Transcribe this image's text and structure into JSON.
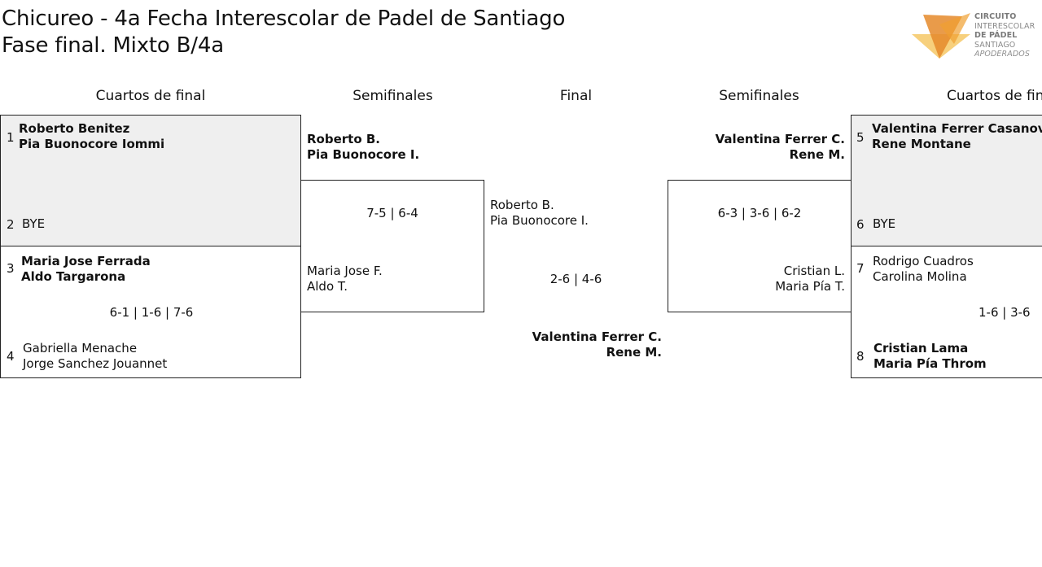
{
  "page": {
    "title_line1": "Chicureo - 4a Fecha Interescolar de Padel de Santiago",
    "title_line2": "Fase final. Mixto B/4a"
  },
  "logo": {
    "line1": "CIRCUITO",
    "line2": "INTERESCOLAR",
    "line3": "DE PÁDEL",
    "line4": "SANTIAGO",
    "line5": "APODERADOS",
    "colors": [
      "#f0a030",
      "#f6c866",
      "#e58a2a"
    ]
  },
  "headers": {
    "qf_left": "Cuartos de final",
    "sf_left": "Semifinales",
    "final": "Final",
    "sf_right": "Semifinales",
    "qf_right": "Cuartos de final"
  },
  "left_qf": {
    "m1": {
      "seed_a": "1",
      "a1": "Roberto Benitez",
      "a2": "Pia Buonocore Iommi",
      "seed_b": "2",
      "b1": "BYE"
    },
    "m2": {
      "seed_a": "3",
      "a1": "Maria Jose Ferrada",
      "a2": "Aldo Targarona",
      "score": "6-1 | 1-6 | 7-6",
      "seed_b": "4",
      "b1": "Gabriella Menache",
      "b2": "Jorge Sanchez Jouannet"
    }
  },
  "left_sf": {
    "top1": "Roberto B.",
    "top2": "Pia Buonocore I.",
    "score": "7-5 | 6-4",
    "bot1": "Maria Jose F.",
    "bot2": "Aldo T."
  },
  "final": {
    "top1": "Roberto B.",
    "top2": "Pia Buonocore I.",
    "score": "2-6 | 4-6",
    "bot1": "Valentina Ferrer C.",
    "bot2": "Rene M."
  },
  "right_sf": {
    "top1": "Valentina Ferrer C.",
    "top2": "Rene M.",
    "score": "6-3 | 3-6 | 6-2",
    "bot1": "Cristian L.",
    "bot2": "Maria Pía T."
  },
  "right_qf": {
    "m1": {
      "seed_a": "5",
      "a1": "Valentina Ferrer Casanova",
      "a2": "Rene Montane",
      "seed_b": "6",
      "b1": "BYE"
    },
    "m2": {
      "seed_a": "7",
      "a1": "Rodrigo Cuadros",
      "a2": "Carolina Molina",
      "score": "1-6 | 3-6",
      "seed_b": "8",
      "b1": "Cristian Lama",
      "b2": "Maria Pía Throm"
    }
  }
}
